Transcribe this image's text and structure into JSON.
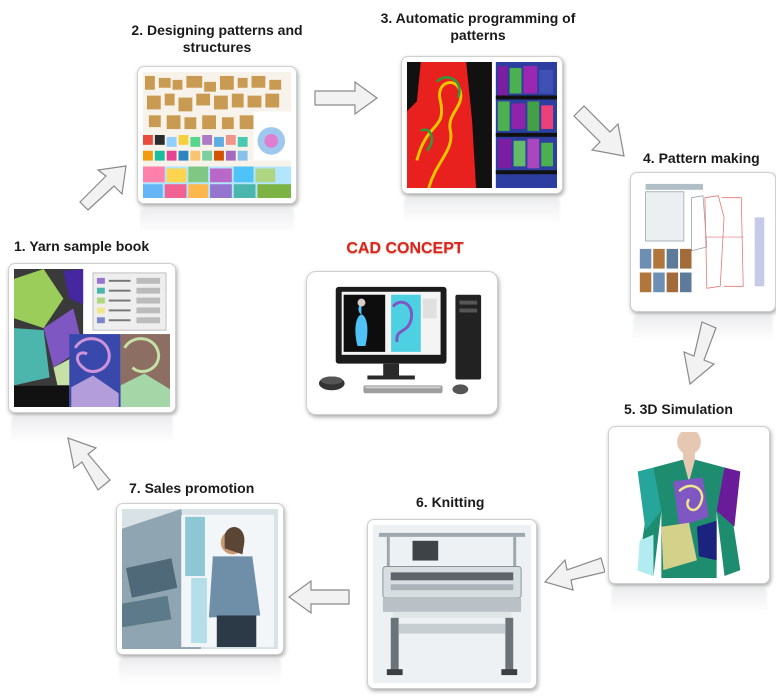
{
  "center": {
    "title": "CAD CONCEPT"
  },
  "steps": [
    {
      "label": "1. Yarn sample book"
    },
    {
      "label_line1": "2. Designing patterns and",
      "label_line2": "structures"
    },
    {
      "label_line1": "3. Automatic programming of",
      "label_line2": "patterns"
    },
    {
      "label": "4. Pattern making"
    },
    {
      "label": "5.  3D Simulation"
    },
    {
      "label": "6. Knitting"
    },
    {
      "label": "7. Sales promotion"
    }
  ],
  "colors": {
    "title_red": "#d9261c",
    "arrow_fill": "#f2f2f2",
    "arrow_stroke": "#8a8a8a"
  }
}
